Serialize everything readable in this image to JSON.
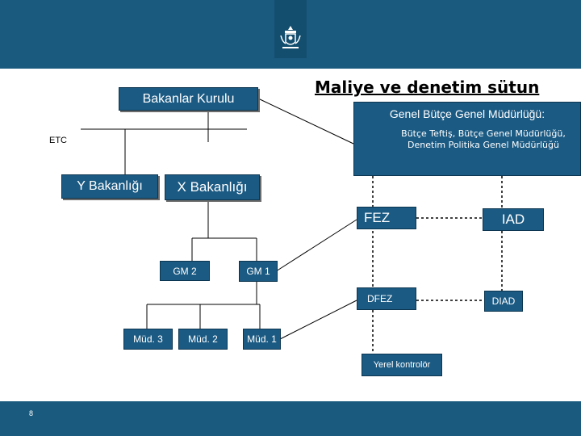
{
  "page_number": "8",
  "title_right": "Maliye ve denetim sütun",
  "colors": {
    "header": "#1a5a7e",
    "box": "#1b5a83",
    "line": "#000000"
  },
  "nodes": {
    "bakanlar_kurulu": "Bakanlar Kurulu",
    "etc": "ETC",
    "y_bakanligi": "Y Bakanlığı",
    "x_bakanligi": "X Bakanlığı",
    "gm2": "GM 2",
    "gm1": "GM 1",
    "mud3": "Müd. 3",
    "mud2": "Müd. 2",
    "mud1": "Müd. 1",
    "genel_butce_title": "Genel Bütçe Genel Müdürlüğü:",
    "genel_butce_detail": "Bütçe Teftiş, Bütçe Genel Müdürlüğü, Denetim Politika Genel Müdürlüğü",
    "fez": "FEZ",
    "iad": "IAD",
    "dfez": "DFEZ",
    "diad": "DIAD",
    "yerel": "Yerel kontrolör"
  },
  "emblem_icon": "crest-icon"
}
